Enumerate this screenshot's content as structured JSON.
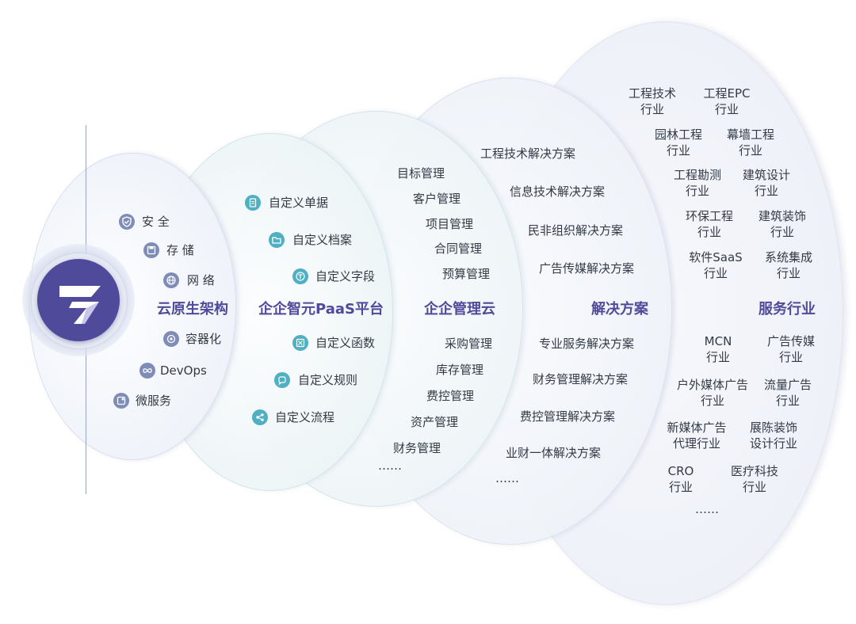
{
  "colors": {
    "title": "#4f4a9a",
    "logo": "#4f4a9a",
    "icon_gray": "#7f8cb8",
    "icon_teal": "#4fb0c2",
    "text": "#333a45"
  },
  "core": {
    "title": "云原生架构",
    "items": [
      {
        "icon": "shield-icon",
        "label": "安 全"
      },
      {
        "icon": "storage-icon",
        "label": "存 储"
      },
      {
        "icon": "globe-icon",
        "label": "网 络"
      },
      {
        "icon": "container-icon",
        "label": "容器化"
      },
      {
        "icon": "infinity-icon",
        "label": "DevOps"
      },
      {
        "icon": "microservice-icon",
        "label": "微服务"
      }
    ]
  },
  "paas": {
    "title": "企企智元PaaS平台",
    "items": [
      {
        "icon": "document-icon",
        "label": "自定义单据"
      },
      {
        "icon": "folder-icon",
        "label": "自定义档案"
      },
      {
        "icon": "field-icon",
        "label": "自定义字段"
      },
      {
        "icon": "function-icon",
        "label": "自定义函数"
      },
      {
        "icon": "rule-icon",
        "label": "自定义规则"
      },
      {
        "icon": "flow-icon",
        "label": "自定义流程"
      }
    ]
  },
  "mgmt": {
    "title": "企企管理云",
    "items": [
      "目标管理",
      "客户管理",
      "项目管理",
      "合同管理",
      "预算管理",
      "采购管理",
      "库存管理",
      "费控管理",
      "资产管理",
      "财务管理"
    ],
    "more": "……"
  },
  "solutions": {
    "title": "解决方案",
    "items": [
      "工程技术解决方案",
      "信息技术解决方案",
      "民非组织解决方案",
      "广告传媒解决方案",
      "专业服务解决方案",
      "财务管理解决方案",
      "费控管理解决方案",
      "业财一体解决方案"
    ],
    "more": "……"
  },
  "industries": {
    "title": "服务行业",
    "items": [
      [
        "工程技术",
        "行业"
      ],
      [
        "工程EPC",
        "行业"
      ],
      [
        "园林工程",
        "行业"
      ],
      [
        "幕墙工程",
        "行业"
      ],
      [
        "工程勘测",
        "行业"
      ],
      [
        "建筑设计",
        "行业"
      ],
      [
        "环保工程",
        "行业"
      ],
      [
        "建筑装饰",
        "行业"
      ],
      [
        "软件SaaS",
        "行业"
      ],
      [
        "系统集成",
        "行业"
      ],
      [
        "MCN",
        "行业"
      ],
      [
        "广告传媒",
        "行业"
      ],
      [
        "户外媒体广告",
        "行业"
      ],
      [
        "流量广告",
        "行业"
      ],
      [
        "新媒体广告",
        "代理行业"
      ],
      [
        "展陈装饰",
        "设计行业"
      ],
      [
        "CRO",
        "行业"
      ],
      [
        "医疗科技",
        "行业"
      ]
    ],
    "more": "……"
  }
}
